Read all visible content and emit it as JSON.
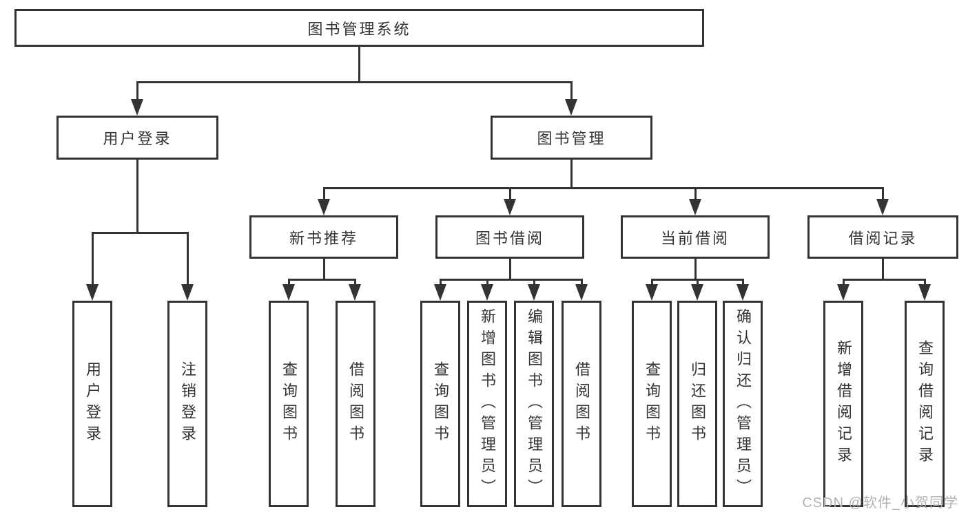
{
  "nodes": {
    "root": {
      "label": "图书管理系统"
    },
    "level1": [
      {
        "label": "用户登录"
      },
      {
        "label": "图书管理"
      }
    ],
    "level2": [
      {
        "label": "新书推荐",
        "parent": "图书管理"
      },
      {
        "label": "图书借阅",
        "parent": "图书管理"
      },
      {
        "label": "当前借阅",
        "parent": "图书管理"
      },
      {
        "label": "借阅记录",
        "parent": "图书管理"
      }
    ],
    "leaves": [
      {
        "label": "用户登录",
        "parent": "用户登录"
      },
      {
        "label": "注销登录",
        "parent": "用户登录"
      },
      {
        "label": "查询图书",
        "parent": "新书推荐"
      },
      {
        "label": "借阅图书",
        "parent": "新书推荐"
      },
      {
        "label": "查询图书",
        "parent": "图书借阅"
      },
      {
        "label": "新增图书（管理员）",
        "parent": "图书借阅"
      },
      {
        "label": "编辑图书（管理员）",
        "parent": "图书借阅"
      },
      {
        "label": "借阅图书",
        "parent": "图书借阅"
      },
      {
        "label": "查询图书",
        "parent": "当前借阅"
      },
      {
        "label": "归还图书",
        "parent": "当前借阅"
      },
      {
        "label": "确认归还（管理员）",
        "parent": "当前借阅"
      },
      {
        "label": "新增借阅记录",
        "parent": "借阅记录"
      },
      {
        "label": "查询借阅记录",
        "parent": "借阅记录"
      }
    ]
  },
  "watermark": "CSDN @软件_小贺同学",
  "colors": {
    "line": "#333333",
    "text": "#333333",
    "watermark": "#b3b3b3",
    "background": "#ffffff"
  }
}
